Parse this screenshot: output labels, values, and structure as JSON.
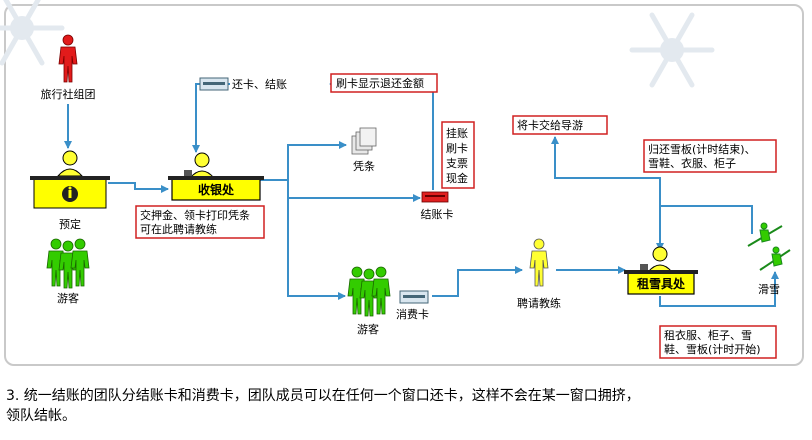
{
  "nodes": {
    "travel_group": "旅行社组团",
    "booking": "预定",
    "tourists_left": "游客",
    "cashier": "收银处",
    "cashier_note_1": "交押金、领卡打印凭条",
    "cashier_note_2": "可在此聘请教练",
    "return_card": "还卡、结账",
    "swipe_refund": "刷卡显示退还金额",
    "voucher": "凭条",
    "payment_methods": [
      "挂账",
      "刷卡",
      "支票",
      "现金"
    ],
    "checkout_card": "结账卡",
    "tourists_mid": "游客",
    "consume_card": "消费卡",
    "hire_coach": "聘请教练",
    "give_card_guide": "将卡交给导游",
    "return_gear_1": "归还雪板(计时结束)、",
    "return_gear_2": "雪鞋、衣服、柜子",
    "rental": "租雪具处",
    "skiing": "滑雪",
    "rent_gear_1": "租衣服、柜子、雪",
    "rent_gear_2": "鞋、雪板(计时开始)"
  },
  "colors": {
    "arrow": "#3a8fc8",
    "box_border": "#d02020",
    "counter_fill": "#ffff00",
    "person_red": "#e21b1b",
    "person_yellow": "#ffff33",
    "person_green": "#33cc00"
  },
  "caption": {
    "line1": "3.  统一结账的团队分结账卡和消费卡，团队成员可以在任何一个窗口还卡，这样不会在某一窗口拥挤，",
    "line2": "领队结帐。"
  }
}
